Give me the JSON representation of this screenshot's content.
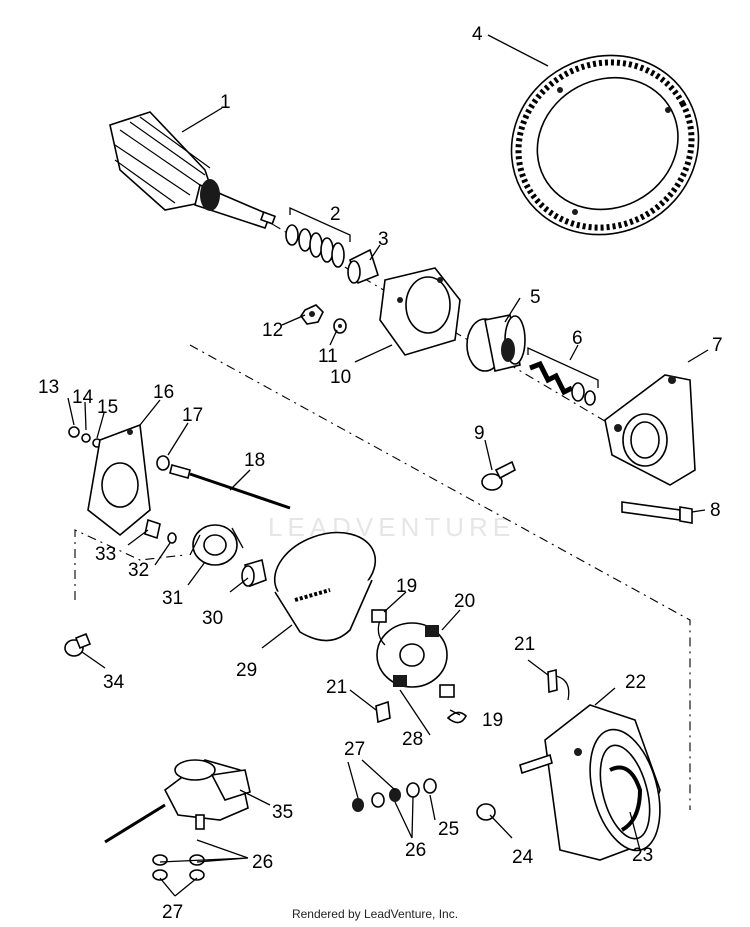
{
  "watermark": "LEADVENTURE",
  "credit": "Rendered by LeadVenture, Inc.",
  "callouts": [
    {
      "id": "c1",
      "text": "1"
    },
    {
      "id": "c2",
      "text": "2"
    },
    {
      "id": "c3",
      "text": "3"
    },
    {
      "id": "c4",
      "text": "4"
    },
    {
      "id": "c5",
      "text": "5"
    },
    {
      "id": "c6",
      "text": "6"
    },
    {
      "id": "c7",
      "text": "7"
    },
    {
      "id": "c8",
      "text": "8"
    },
    {
      "id": "c9",
      "text": "9"
    },
    {
      "id": "c10",
      "text": "10"
    },
    {
      "id": "c11",
      "text": "11"
    },
    {
      "id": "c12",
      "text": "12"
    },
    {
      "id": "c13",
      "text": "13"
    },
    {
      "id": "c14",
      "text": "14"
    },
    {
      "id": "c15",
      "text": "15"
    },
    {
      "id": "c16",
      "text": "16"
    },
    {
      "id": "c17",
      "text": "17"
    },
    {
      "id": "c18",
      "text": "18"
    },
    {
      "id": "c19a",
      "text": "19"
    },
    {
      "id": "c19b",
      "text": "19"
    },
    {
      "id": "c20",
      "text": "20"
    },
    {
      "id": "c21a",
      "text": "21"
    },
    {
      "id": "c21b",
      "text": "21"
    },
    {
      "id": "c22",
      "text": "22"
    },
    {
      "id": "c23",
      "text": "23"
    },
    {
      "id": "c24",
      "text": "24"
    },
    {
      "id": "c25",
      "text": "25"
    },
    {
      "id": "c26a",
      "text": "26"
    },
    {
      "id": "c26b",
      "text": "26"
    },
    {
      "id": "c27a",
      "text": "27"
    },
    {
      "id": "c27b",
      "text": "27"
    },
    {
      "id": "c28",
      "text": "28"
    },
    {
      "id": "c29",
      "text": "29"
    },
    {
      "id": "c30",
      "text": "30"
    },
    {
      "id": "c31",
      "text": "31"
    },
    {
      "id": "c32",
      "text": "32"
    },
    {
      "id": "c33",
      "text": "33"
    },
    {
      "id": "c34",
      "text": "34"
    },
    {
      "id": "c35",
      "text": "35"
    }
  ]
}
